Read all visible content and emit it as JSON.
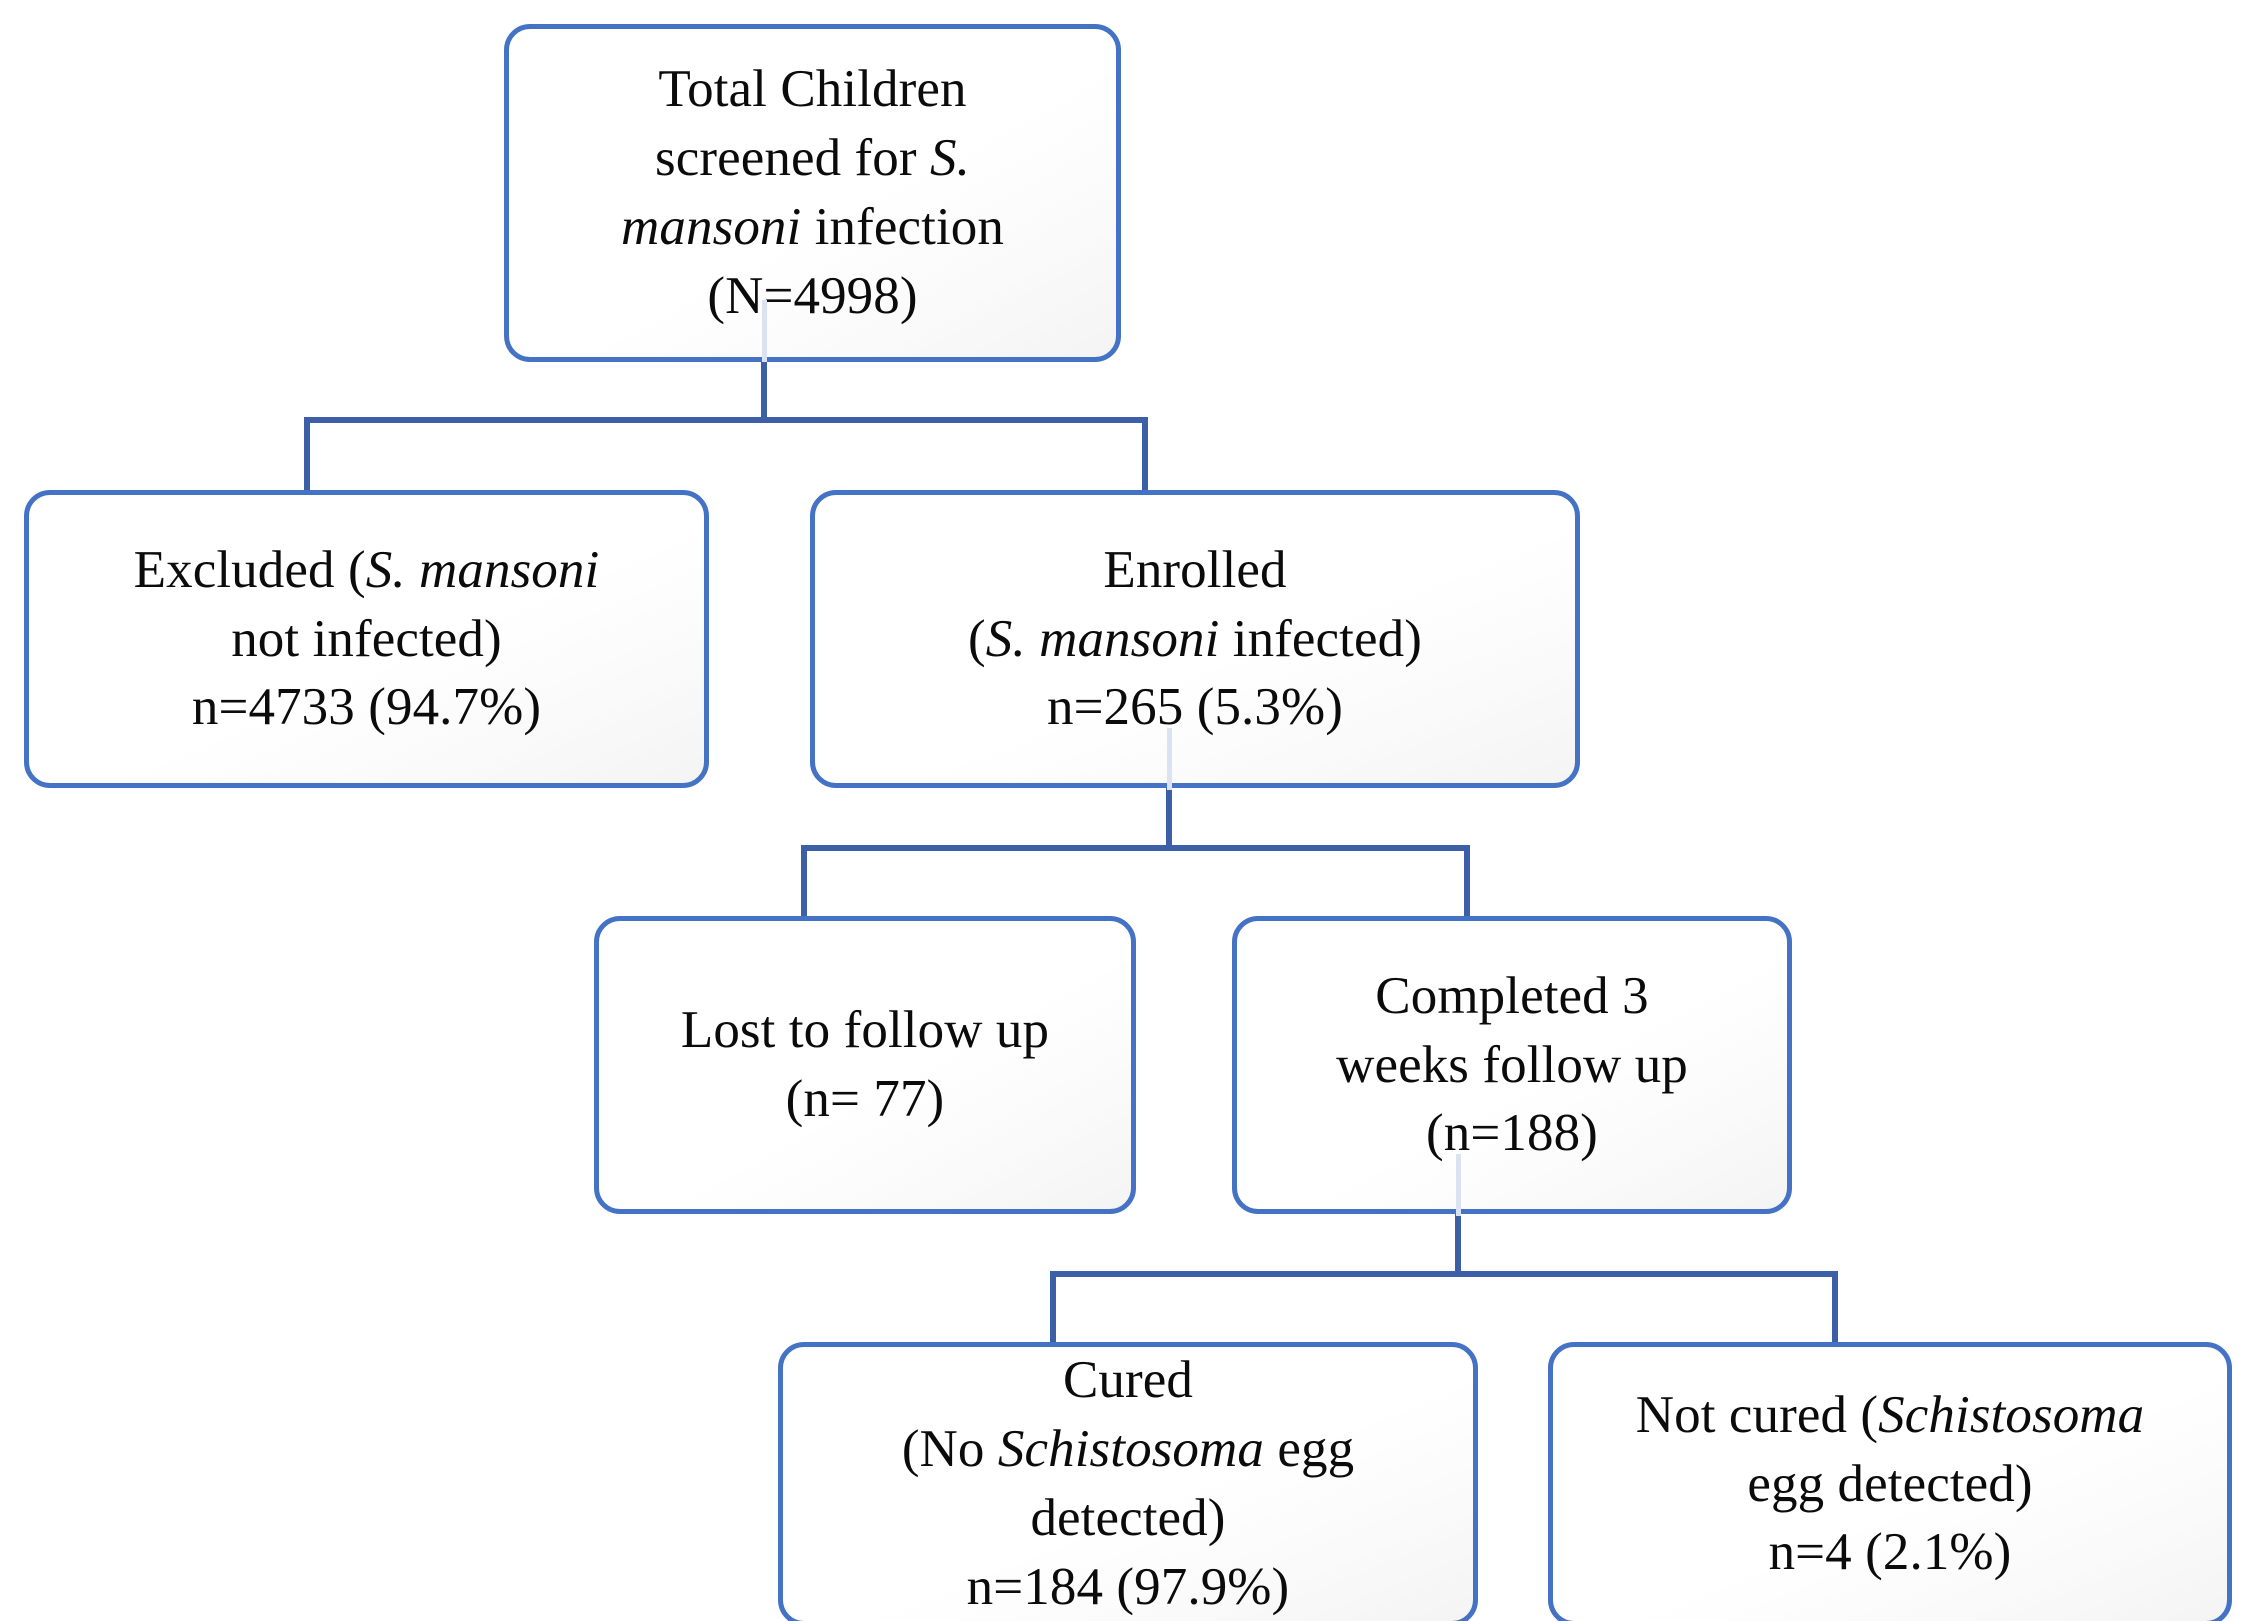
{
  "diagram": {
    "type": "study-flow-chart",
    "title": "Participant flow for S. mansoni screening, enrollment and treatment outcome",
    "accent_color": "#4472C4",
    "connector_color": "#3C5FA8",
    "text_color": "#0B0B0B",
    "background_color": "#FFFFFF"
  },
  "nodes": {
    "screened": {
      "id": "screened",
      "level": 1,
      "label": "Total Children screened for S. mansoni infection (N=4998)",
      "lines": [
        {
          "text": "Total Children",
          "italic_spans": []
        },
        {
          "text": "screened for S.",
          "italic_spans": [
            "S."
          ]
        },
        {
          "text": "mansoni infection",
          "italic_spans": [
            "mansoni"
          ]
        },
        {
          "text": "(N=4998)",
          "italic_spans": []
        }
      ],
      "count_label": "N=4998",
      "count": 4998
    },
    "excluded": {
      "id": "excluded",
      "level": 2,
      "label": "Excluded (S. mansoni not infected) n=4733 (94.7%)",
      "lines": [
        {
          "text": "Excluded (S. mansoni",
          "italic_spans": [
            "S. mansoni"
          ]
        },
        {
          "text": "not infected)",
          "italic_spans": []
        },
        {
          "text": "n=4733 (94.7%)",
          "italic_spans": []
        }
      ],
      "count_label": "n=4733 (94.7%)",
      "count": 4733,
      "percent": 94.7
    },
    "enrolled": {
      "id": "enrolled",
      "level": 2,
      "label": "Enrolled (S. mansoni infected) n=265 (5.3%)",
      "lines": [
        {
          "text": "Enrolled",
          "italic_spans": []
        },
        {
          "text": "(S. mansoni infected)",
          "italic_spans": [
            "S. mansoni"
          ]
        },
        {
          "text": "n=265 (5.3%)",
          "italic_spans": []
        }
      ],
      "count_label": "n=265 (5.3%)",
      "count": 265,
      "percent": 5.3
    },
    "lost": {
      "id": "lost",
      "level": 3,
      "label": "Lost to follow up (n= 77)",
      "lines": [
        {
          "text": "Lost to follow up",
          "italic_spans": []
        },
        {
          "text": "(n= 77)",
          "italic_spans": []
        }
      ],
      "count_label": "(n= 77)",
      "count": 77
    },
    "completed": {
      "id": "completed",
      "level": 3,
      "label": "Completed 3 weeks follow up (n=188)",
      "lines": [
        {
          "text": "Completed 3",
          "italic_spans": []
        },
        {
          "text": "weeks follow up",
          "italic_spans": []
        },
        {
          "text": "(n=188)",
          "italic_spans": []
        }
      ],
      "count_label": "(n=188)",
      "count": 188
    },
    "cured": {
      "id": "cured",
      "level": 4,
      "label": "Cured (No Schistosoma egg detected) n=184 (97.9%)",
      "lines": [
        {
          "text": "Cured",
          "italic_spans": []
        },
        {
          "text": "(No Schistosoma egg",
          "italic_spans": [
            "Schistosoma"
          ]
        },
        {
          "text": "detected)",
          "italic_spans": []
        },
        {
          "text": "n=184 (97.9%)",
          "italic_spans": []
        }
      ],
      "count_label": "n=184 (97.9%)",
      "count": 184,
      "percent": 97.9
    },
    "not_cured": {
      "id": "not_cured",
      "level": 4,
      "label": "Not cured (Schistosoma egg detected) n=4 (2.1%)",
      "lines": [
        {
          "text": "Not cured (Schistosoma",
          "italic_spans": [
            "Schistosoma"
          ]
        },
        {
          "text": "egg detected)",
          "italic_spans": []
        },
        {
          "text": "n=4 (2.1%)",
          "italic_spans": []
        }
      ],
      "count_label": "n=4 (2.1%)",
      "count": 4,
      "percent": 2.1
    }
  },
  "edges": [
    {
      "from": "screened",
      "to": "excluded"
    },
    {
      "from": "screened",
      "to": "enrolled"
    },
    {
      "from": "enrolled",
      "to": "lost"
    },
    {
      "from": "enrolled",
      "to": "completed"
    },
    {
      "from": "completed",
      "to": "cured"
    },
    {
      "from": "completed",
      "to": "not_cured"
    }
  ]
}
